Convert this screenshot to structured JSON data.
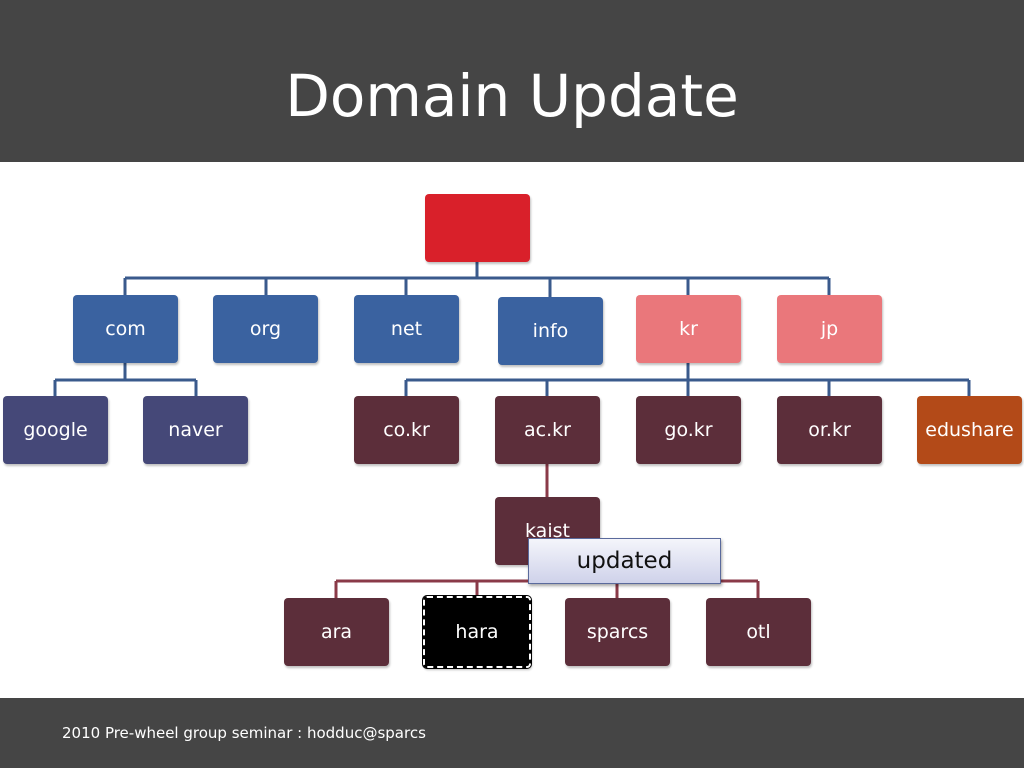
{
  "slide": {
    "title": "Domain Update",
    "footer": "2010 Pre-wheel group seminar : hodduc@sparcs"
  },
  "colors": {
    "header": "#454545",
    "root": "#d9202a",
    "tld_blue": "#3a62a0",
    "tld_pink": "#ea777b",
    "second_level_purple": "#454878",
    "kr_children": "#5c2e3a",
    "edushare": "#b34a18",
    "connector_blue": "#3a5a8c",
    "connector_red": "#8a3a48"
  },
  "tree": {
    "root": {
      "label": ""
    },
    "tlds": [
      "com",
      "org",
      "net",
      "info",
      "kr",
      "jp"
    ],
    "com_children": [
      "google",
      "naver"
    ],
    "kr_children": [
      "co.kr",
      "ac.kr",
      "go.kr",
      "or.kr",
      "edushare"
    ],
    "ac_kr_children": [
      "kaist"
    ],
    "kaist_children": [
      "ara",
      "hara",
      "sparcs",
      "otl"
    ]
  },
  "callout": {
    "label": "updated"
  }
}
